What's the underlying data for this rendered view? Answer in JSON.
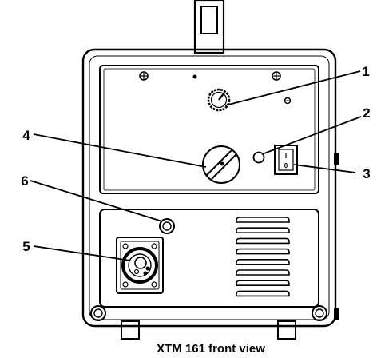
{
  "callouts": {
    "c1": "1",
    "c2": "2",
    "c3": "3",
    "c4": "4",
    "c5": "5",
    "c6": "6"
  },
  "switch": {
    "on_mark": "I",
    "off_mark": "0"
  },
  "caption": "XTM 161 front view"
}
